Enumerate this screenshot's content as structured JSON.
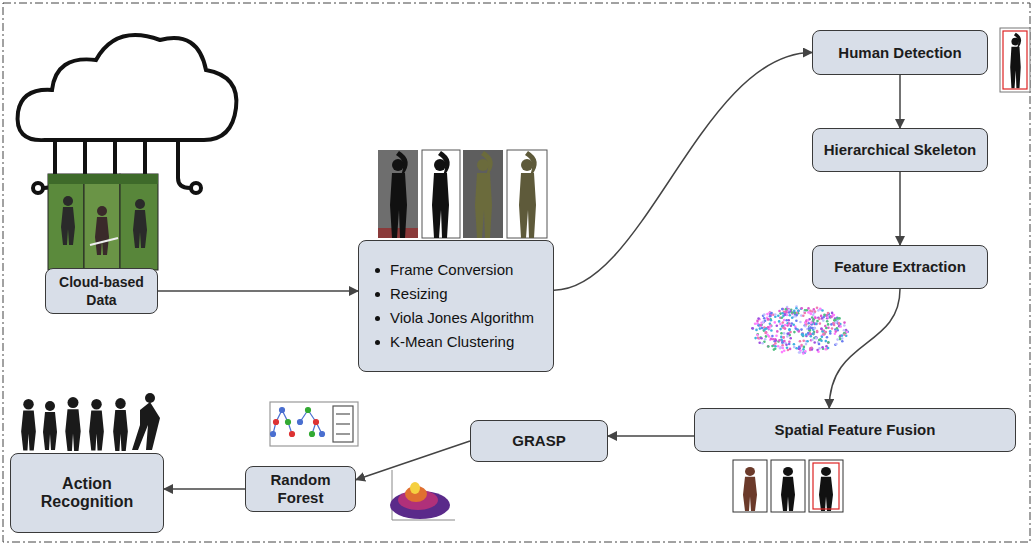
{
  "diagram": {
    "nodes": [
      {
        "text": [
          "Cloud-based Data"
        ]
      },
      {
        "text": [
          "Frame Conversion",
          "Resizing",
          "Viola Jones Algorithm",
          "K-Mean Clustering"
        ]
      },
      {
        "text": [
          "Human Detection"
        ]
      },
      {
        "text": [
          "Hierarchical Skeleton"
        ]
      },
      {
        "text": [
          "Feature Extraction"
        ]
      },
      {
        "text": [
          "Spatial Feature Fusion"
        ]
      },
      {
        "text": [
          "GRASP"
        ]
      },
      {
        "text": [
          "Random Forest"
        ]
      },
      {
        "text": [
          "Action Recognition"
        ]
      }
    ],
    "edges": [
      {
        "from": 0,
        "to": 1,
        "arrow": "to"
      },
      {
        "from": 1,
        "to": 2,
        "arrow": "to"
      },
      {
        "from": 2,
        "to": 3,
        "arrow": "to"
      },
      {
        "from": 3,
        "to": 4,
        "arrow": "to"
      },
      {
        "from": 4,
        "to": 5,
        "arrow": "to"
      },
      {
        "from": 5,
        "to": 6,
        "arrow": "to"
      },
      {
        "from": 6,
        "to": 7,
        "arrow": "to"
      },
      {
        "from": 7,
        "to": 8,
        "arrow": "to"
      }
    ]
  }
}
